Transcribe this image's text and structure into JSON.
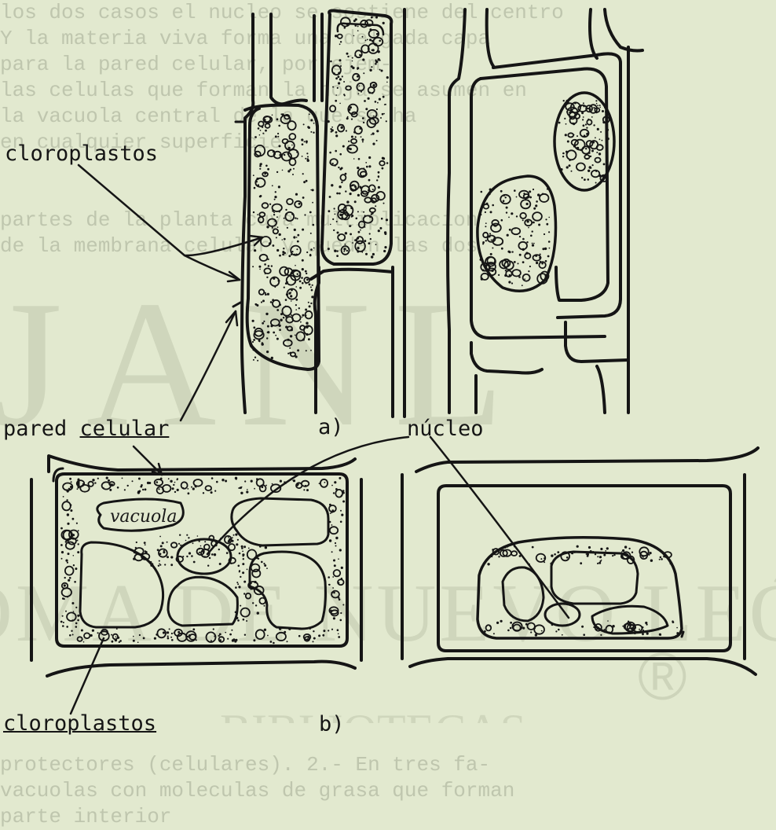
{
  "background_text_lines": [
    "los dos casos el nucleo se sostiene del centro",
    "Y la materia viva forma una delgada capa",
    "para la pared celular, por ejem-",
    "las celulas que forman la hoja se asumen en",
    "la vacuola central de la que se ha",
    "en cualquier superficie.",
    "",
    "",
    "partes de la planta cuya multiplicacion",
    "de la membrana celular y quedan las dos",
    "",
    "",
    "",
    "",
    "",
    "",
    "",
    "",
    "",
    "",
    "",
    "",
    "",
    "",
    "",
    "",
    "",
    "",
    "",
    "protectores (celulares). 2.- En tres fa-",
    "vacuolas con moleculas de grasa que forman",
    "parte interior"
  ],
  "watermark": {
    "top_letters": "JANL",
    "bottom_line": "OMA DE NUEVO LEÓN",
    "registered_mark": "®",
    "bottom_caption": "BIBLIOTECAS"
  },
  "labels": {
    "cloroplastos_top": "cloroplastos",
    "pared_celular_1": "pared ",
    "pared_celular_2": "celular",
    "panel_a": "a)",
    "nucleo": "núcleo",
    "vacuola": "vacuola",
    "cloroplastos_bottom": "cloroplastos",
    "panel_b": "b)"
  },
  "colors": {
    "background": "#e2e9cf",
    "ink": "#151515",
    "watermark": "#c0c7ad"
  }
}
